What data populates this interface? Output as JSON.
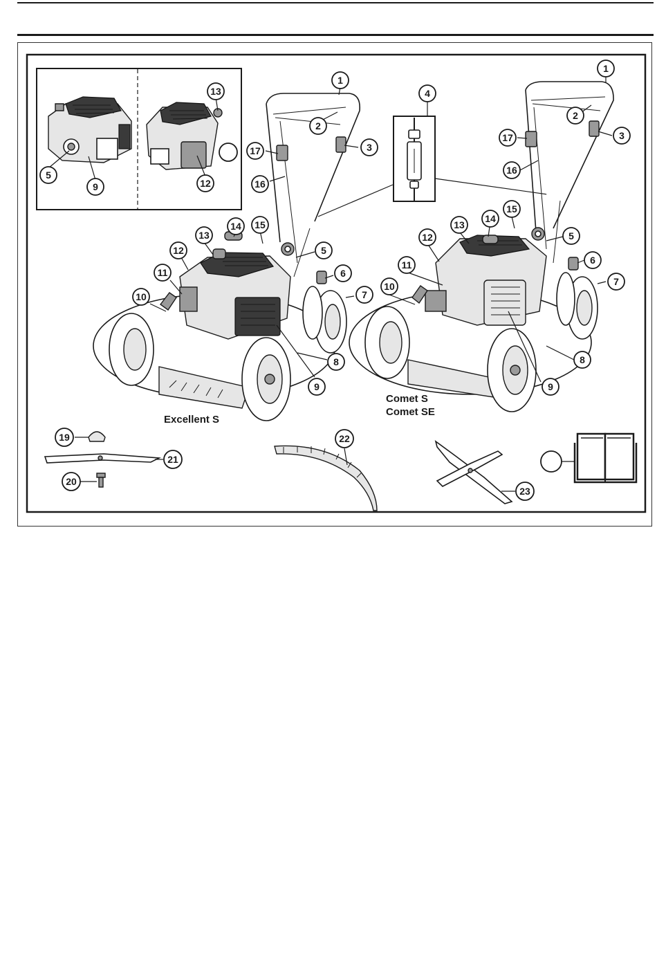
{
  "figure": {
    "model_labels": {
      "excellent": "Excellent S",
      "comet_line1": "Comet S",
      "comet_line2": "Comet SE"
    },
    "callouts": {
      "inset_5": "5",
      "inset_9": "9",
      "inset_13": "13",
      "inset_12": "12",
      "left_1": "1",
      "left_2": "2",
      "left_3": "3",
      "left_17": "17",
      "left_16": "16",
      "left_15": "15",
      "left_14": "14",
      "left_13": "13",
      "left_12": "12",
      "left_11": "11",
      "left_10": "10",
      "left_5": "5",
      "left_6": "6",
      "left_7": "7",
      "left_8": "8",
      "left_9": "9",
      "detail_4": "4",
      "right_1": "1",
      "right_2": "2",
      "right_3": "3",
      "right_17": "17",
      "right_16": "16",
      "right_15": "15",
      "right_14": "14",
      "right_13": "13",
      "right_12": "12",
      "right_11": "11",
      "right_10": "10",
      "right_5": "5",
      "right_6": "6",
      "right_7": "7",
      "right_8": "8",
      "right_9": "9",
      "acc_19": "19",
      "acc_21": "21",
      "acc_20": "20",
      "acc_22": "22",
      "acc_23": "23"
    },
    "icons": [
      "operator-manual-book-icon"
    ]
  }
}
